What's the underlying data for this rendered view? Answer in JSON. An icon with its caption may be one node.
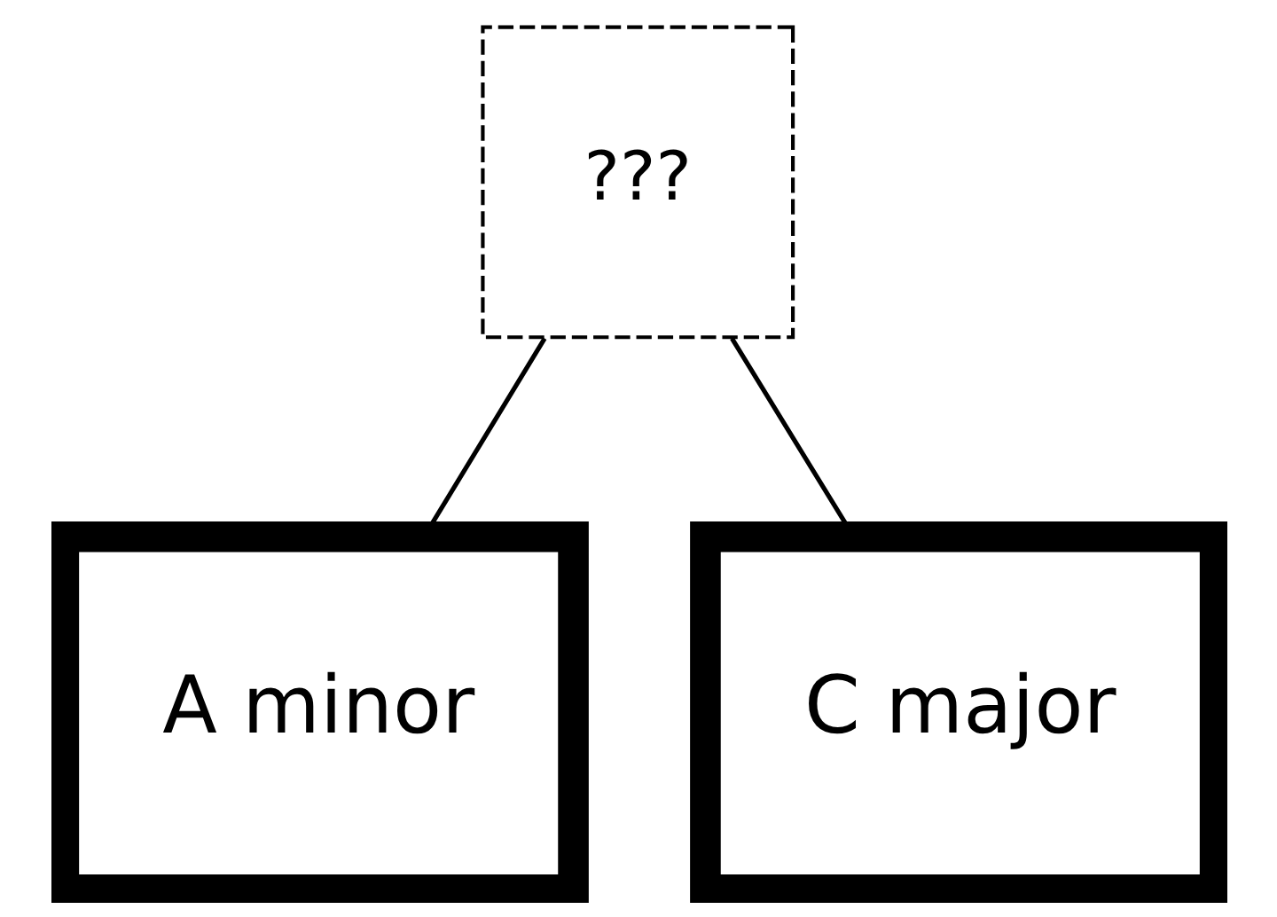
{
  "diagram": {
    "nodes": [
      {
        "text": [
          "???"
        ]
      },
      {
        "text": [
          "A minor"
        ]
      },
      {
        "text": [
          "C major"
        ]
      }
    ],
    "edges": [
      {
        "from": 0,
        "to": 1,
        "arrow": "none"
      },
      {
        "from": 0,
        "to": 2,
        "arrow": "none"
      }
    ]
  }
}
